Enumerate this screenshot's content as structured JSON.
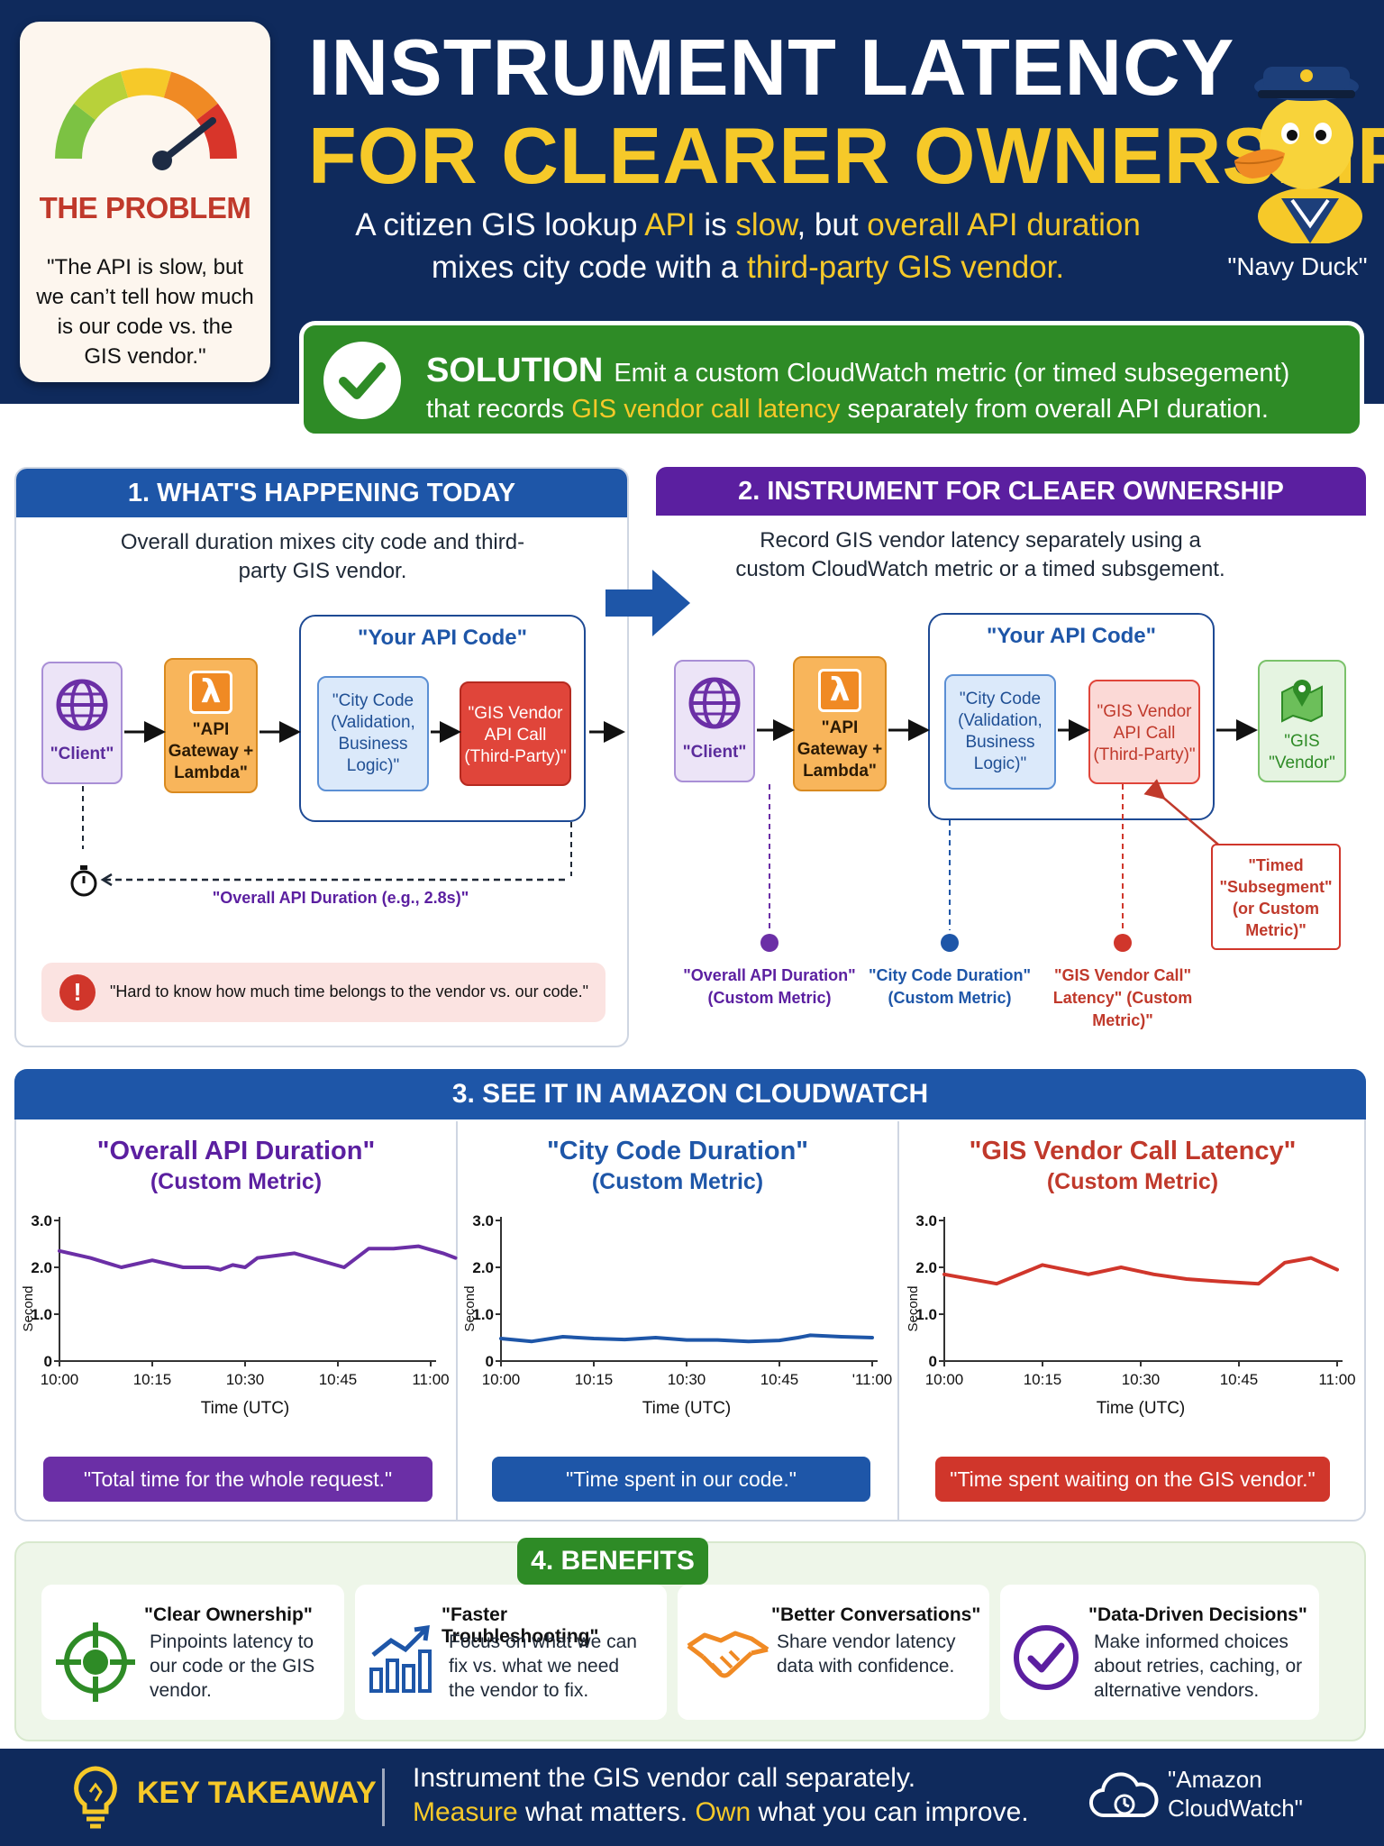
{
  "header": {
    "problem_title": "THE PROBLEM",
    "problem_quote": "\"The API is slow, but we can’t tell how much is our code vs. the GIS vendor.\"",
    "title_line1": "INSTRUMENT LATENCY",
    "title_line2": "FOR CLEARER OWNERSHIP",
    "subtitle": {
      "p1": "A citizen GIS lookup ",
      "h1": "API",
      "p2": " is ",
      "h2": "slow",
      "p3": ", but ",
      "h3": "overall API duration",
      "p4": " mixes city code with a ",
      "h4": "third-party GIS vendor."
    },
    "mascot_label": "\"Navy Duck\""
  },
  "solution": {
    "label": "SOLUTION",
    "text1": "Emit a custom CloudWatch metric (or timed subsegement)",
    "text2a": "that records ",
    "text2h": "GIS vendor call latency",
    "text2b": " separately from overall API duration."
  },
  "section1": {
    "title": "1. WHAT'S HAPPENING TODAY",
    "desc": "Overall duration mixes city code and third-party GIS vendor.",
    "api_label": "\"Your API Code\"",
    "nodes": {
      "client": "\"Client\"",
      "lambda": "\"API Gateway + Lambda\"",
      "city": "\"City Code (Validation, Business Logic)\"",
      "gis": "\"GIS Vendor API Call (Third-Party)\""
    },
    "duration_label": "\"Overall API Duration (e.g., 2.8s)\"",
    "alert": "\"Hard to know how much time belongs to the vendor vs. our code.\""
  },
  "section2": {
    "title": "2. INSTRUMENT FOR CLEAER OWNERSHIP",
    "desc": "Record GIS vendor latency separately using a custom CloudWatch metric or a timed subsgement.",
    "api_label": "\"Your API Code\"",
    "nodes": {
      "client": "\"Client\"",
      "lambda": "\"API Gateway + Lambda\"",
      "city": "\"City Code (Validation, Business Logic)\"",
      "gis": "\"GIS Vendor API Call (Third-Party)\"",
      "vendor": "\"GIS \"Vendor\""
    },
    "timed_note": "\"Timed \"Subsegment\" (or Custom Metric)\"",
    "metrics": {
      "overall": "\"Overall API Duration\" (Custom Metric)",
      "city": "\"City Code Duration\" (Custom Metric)",
      "gis": "\"GIS Vendor Call\" Latency\" (Custom Metric)\""
    }
  },
  "section3": {
    "title": "3. SEE IT IN AMAZON CLOUDWATCH"
  },
  "chart_data": [
    {
      "type": "line",
      "title": "\"Overall API Duration\"",
      "subtitle": "(Custom Metric)",
      "xlabel": "Time (UTC)",
      "ylabel": "Second",
      "x_ticks": [
        "10:00",
        "10:15",
        "10:30",
        "10:45",
        "11:00"
      ],
      "y_ticks": [
        "0",
        "1.0",
        "2.0",
        "3.0"
      ],
      "ylim": [
        0,
        3
      ],
      "color": "#6b2fa6",
      "x": [
        0,
        5,
        10,
        15,
        20,
        24,
        26,
        28,
        30,
        32,
        38,
        46,
        50,
        54,
        58,
        62,
        64
      ],
      "values": [
        2.35,
        2.2,
        2.0,
        2.15,
        2.0,
        2.0,
        1.95,
        2.05,
        2.0,
        2.2,
        2.3,
        2.0,
        2.4,
        2.4,
        2.45,
        2.3,
        2.2
      ],
      "caption": "\"Total time for the whole request.\""
    },
    {
      "type": "line",
      "title": "\"City Code Duration\"",
      "subtitle": "(Custom Metric)",
      "xlabel": "Time (UTC)",
      "ylabel": "Second",
      "x_ticks": [
        "10:00",
        "10:15",
        "10:30",
        "10:45",
        "'11:00"
      ],
      "y_ticks": [
        "0",
        "1.0",
        "2.0",
        "3.0"
      ],
      "ylim": [
        0,
        3
      ],
      "color": "#1e56a8",
      "x": [
        0,
        5,
        10,
        15,
        20,
        25,
        30,
        35,
        40,
        45,
        48,
        50,
        55,
        60
      ],
      "values": [
        0.48,
        0.42,
        0.52,
        0.48,
        0.46,
        0.5,
        0.45,
        0.45,
        0.42,
        0.44,
        0.5,
        0.55,
        0.52,
        0.5
      ],
      "caption": "\"Time spent in our code.\""
    },
    {
      "type": "line",
      "title": "\"GIS Vendor Call Latency\"",
      "subtitle": "(Custom Metric)",
      "xlabel": "Time (UTC)",
      "ylabel": "Second",
      "x_ticks": [
        "10:00",
        "10:15",
        "10:30",
        "10:45",
        "11:00"
      ],
      "y_ticks": [
        "0",
        "1.0",
        "2.0",
        "3.0"
      ],
      "ylim": [
        0,
        3
      ],
      "color": "#d0362b",
      "x": [
        0,
        8,
        15,
        22,
        27,
        32,
        37,
        42,
        48,
        52,
        56,
        60
      ],
      "values": [
        1.85,
        1.65,
        2.05,
        1.85,
        2.0,
        1.85,
        1.75,
        1.7,
        1.65,
        2.1,
        2.2,
        1.95
      ],
      "caption": "\"Time spent waiting on the GIS vendor.\""
    }
  ],
  "section4": {
    "title": "4. BENEFITS",
    "items": [
      {
        "title": "\"Clear Ownership\"",
        "text": "Pinpoints latency to our code or the GIS vendor.",
        "icon": "target-icon"
      },
      {
        "title": "\"Faster Troubleshooting\"",
        "text": "Focus on what we can fix vs. what we need the vendor to fix.",
        "icon": "growth-chart-icon"
      },
      {
        "title": "\"Better Conversations\"",
        "text": "Share vendor latency data with confidence.",
        "icon": "handshake-icon"
      },
      {
        "title": "\"Data-Driven Decisions\"",
        "text": "Make informed choices about retries, caching, or alternative vendors.",
        "icon": "check-circle-icon"
      }
    ]
  },
  "footer": {
    "label": "KEY TAKEAWAY",
    "line1": "Instrument the GIS vendor call separately.",
    "line2a": "Measure",
    "line2b": " what matters. ",
    "line2c": "Own",
    "line2d": " what you can improve.",
    "cloudwatch_label": "\"Amazon CloudWatch\""
  },
  "colors": {
    "navy": "#0f2a5c",
    "yellow": "#f6c929",
    "green": "#2e8b26",
    "blue": "#1e56a8",
    "purple": "#5b1fa0",
    "red": "#d0362b"
  }
}
